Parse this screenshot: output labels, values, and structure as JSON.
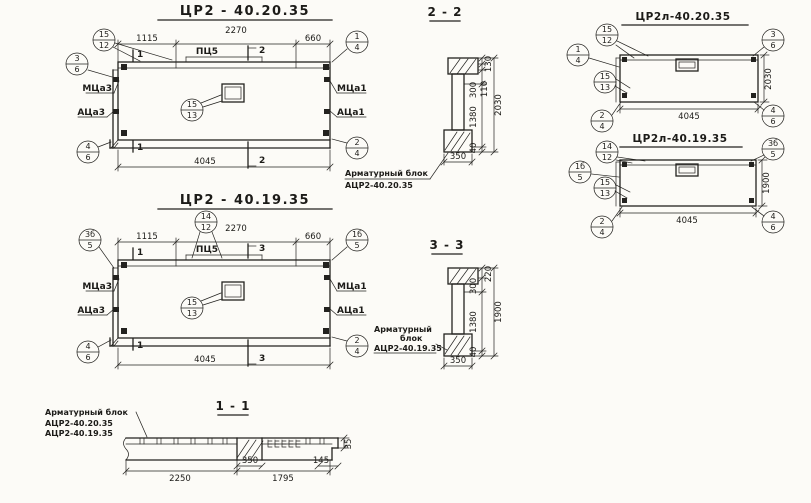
{
  "panel_tl": {
    "title": "ЦР2 - 40.20.35",
    "dim_1115": "1115",
    "dim_2270": "2270",
    "dim_660": "660",
    "dim_4045": "4045",
    "label_pc5": "ПЦ5",
    "label_mca3": "МЦа3",
    "label_aca3": "АЦа3",
    "label_mca1": "МЦа1",
    "label_aca1": "АЦа1",
    "cut2": "2",
    "cut1": "1",
    "co_top_a": "15",
    "co_top_b": "12",
    "co_left_a": "3",
    "co_left_b": "6",
    "co_right_a": "1",
    "co_right_b": "4",
    "co_mid_a": "15",
    "co_mid_b": "13",
    "co_br_a": "2",
    "co_br_b": "4",
    "co_bl_a": "4",
    "co_bl_b": "6"
  },
  "panel_bl": {
    "title": "ЦР2 - 40.19.35",
    "dim_1115": "1115",
    "dim_2270": "2270",
    "dim_660": "660",
    "dim_4045": "4045",
    "label_pc5": "ПЦ5",
    "label_mca3": "МЦа3",
    "label_aca3": "АЦа3",
    "label_mca1": "МЦа1",
    "label_aca1": "АЦа1",
    "cut3": "3",
    "cut1": "1",
    "co_top_a": "14",
    "co_top_b": "12",
    "co_left_a": "3б",
    "co_left_b": "5",
    "co_right_a": "1б",
    "co_right_b": "5",
    "co_mid_a": "15",
    "co_mid_b": "13",
    "co_br_a": "2",
    "co_br_b": "4",
    "co_bl_a": "4",
    "co_bl_b": "6"
  },
  "panel_tr": {
    "title": "ЦР2л-40.20.35",
    "dim_4045": "4045",
    "dim_2030": "2030",
    "co_top_a": "15",
    "co_top_b": "12",
    "co_left_a": "1",
    "co_left_b": "4",
    "co_mid_a": "15",
    "co_mid_b": "13",
    "co_right_a": "3",
    "co_right_b": "6",
    "co_bl_a": "2",
    "co_bl_b": "4",
    "co_br_a": "4",
    "co_br_b": "6"
  },
  "panel_br": {
    "title": "ЦР2л-40.19.35",
    "dim_4045": "4045",
    "dim_1900": "1900",
    "co_top_a": "14",
    "co_top_b": "12",
    "co_left_a": "1б",
    "co_left_b": "5",
    "co_mid_a": "15",
    "co_mid_b": "13",
    "co_right_a": "3б",
    "co_right_b": "5",
    "co_bl_a": "2",
    "co_bl_b": "4",
    "co_br_a": "4",
    "co_br_b": "6"
  },
  "sec22": {
    "title": "2 - 2",
    "d130": "130",
    "d110": "110",
    "d300": "300",
    "d1380": "1380",
    "d40": "40",
    "d2030": "2030",
    "d350": "350"
  },
  "sec33": {
    "title": "3 - 3",
    "d220": "220",
    "d300": "300",
    "d1380": "1380",
    "d40": "40",
    "d1900": "1900",
    "d350": "350"
  },
  "sec11": {
    "title": "1 - 1",
    "d2250": "2250",
    "d350": "350",
    "d1795": "1795",
    "d145": "145",
    "d35": "35"
  },
  "notes": {
    "n1l1": "Арматурный блок",
    "n1l2": "АЦР2-40.20.35",
    "n2l1": "Арматурный",
    "n2l2": "блок",
    "n2l3": "АЦР2-40.19.35",
    "n3l1": "Арматурный блок",
    "n3l2": "АЦР2-40.20.35",
    "n3l3": "АЦР2-40.19.35"
  }
}
